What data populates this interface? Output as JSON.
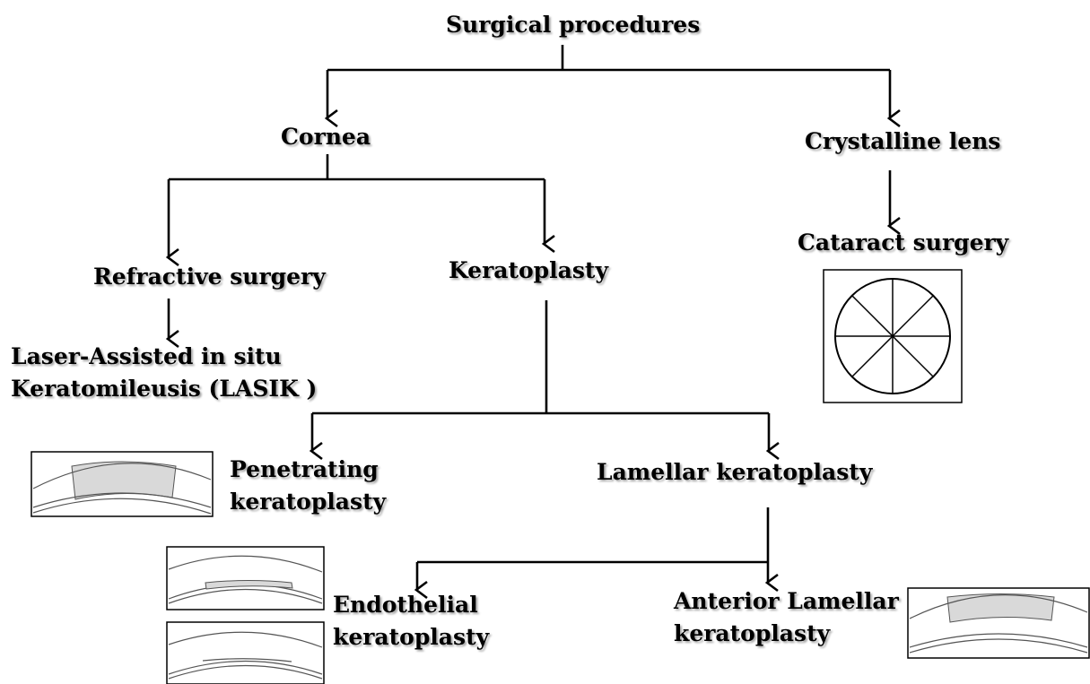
{
  "nodes": {
    "root": "Surgical procedures",
    "cornea": "Cornea",
    "crystalline_lens": "Crystalline lens",
    "cataract_surgery": "Cataract surgery",
    "refractive_surgery": "Refractive surgery",
    "keratoplasty": "Keratoplasty",
    "lasik": [
      "Laser-Assisted in situ",
      "Keratomileusis (LASIK )"
    ],
    "penetrating": [
      "Penetrating",
      "keratoplasty"
    ],
    "lamellar": "Lamellar keratoplasty",
    "endothelial": [
      "Endothelial",
      "keratoplasty"
    ],
    "anterior_lamellar": [
      "Anterior Lamellar",
      "keratoplasty"
    ]
  },
  "colors": {
    "line": "#000000",
    "graft_fill": "#d9d9d9",
    "background": "#ffffff"
  }
}
